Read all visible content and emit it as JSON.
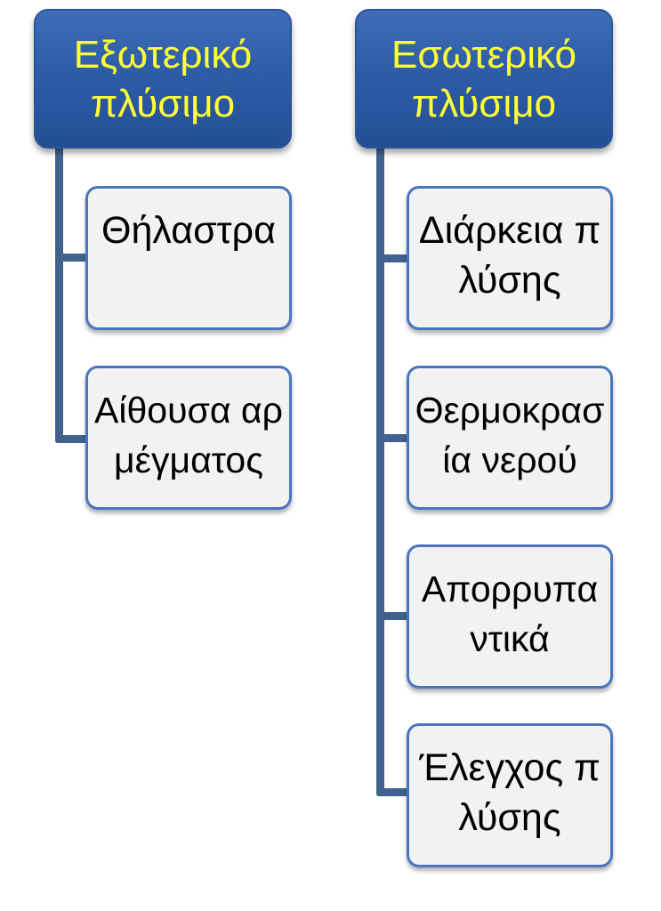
{
  "groups": [
    {
      "header": "Εξωτερικό πλύσιμο",
      "items": [
        "Θήλαστρα",
        "Αίθουσα αρμέγματος"
      ]
    },
    {
      "header": "Εσωτερικό πλύσιμο",
      "items": [
        "Διάρκεια πλύσης",
        "Θερμοκρασία νερού",
        "Απορρυπαντικά",
        "Έλεγχος πλύσης"
      ]
    }
  ],
  "colors": {
    "header_fill": "#2e5da8",
    "header_text": "#ffff33",
    "child_fill": "#f2f2f2",
    "child_border": "#4a76bf",
    "connector": "#41628f"
  }
}
